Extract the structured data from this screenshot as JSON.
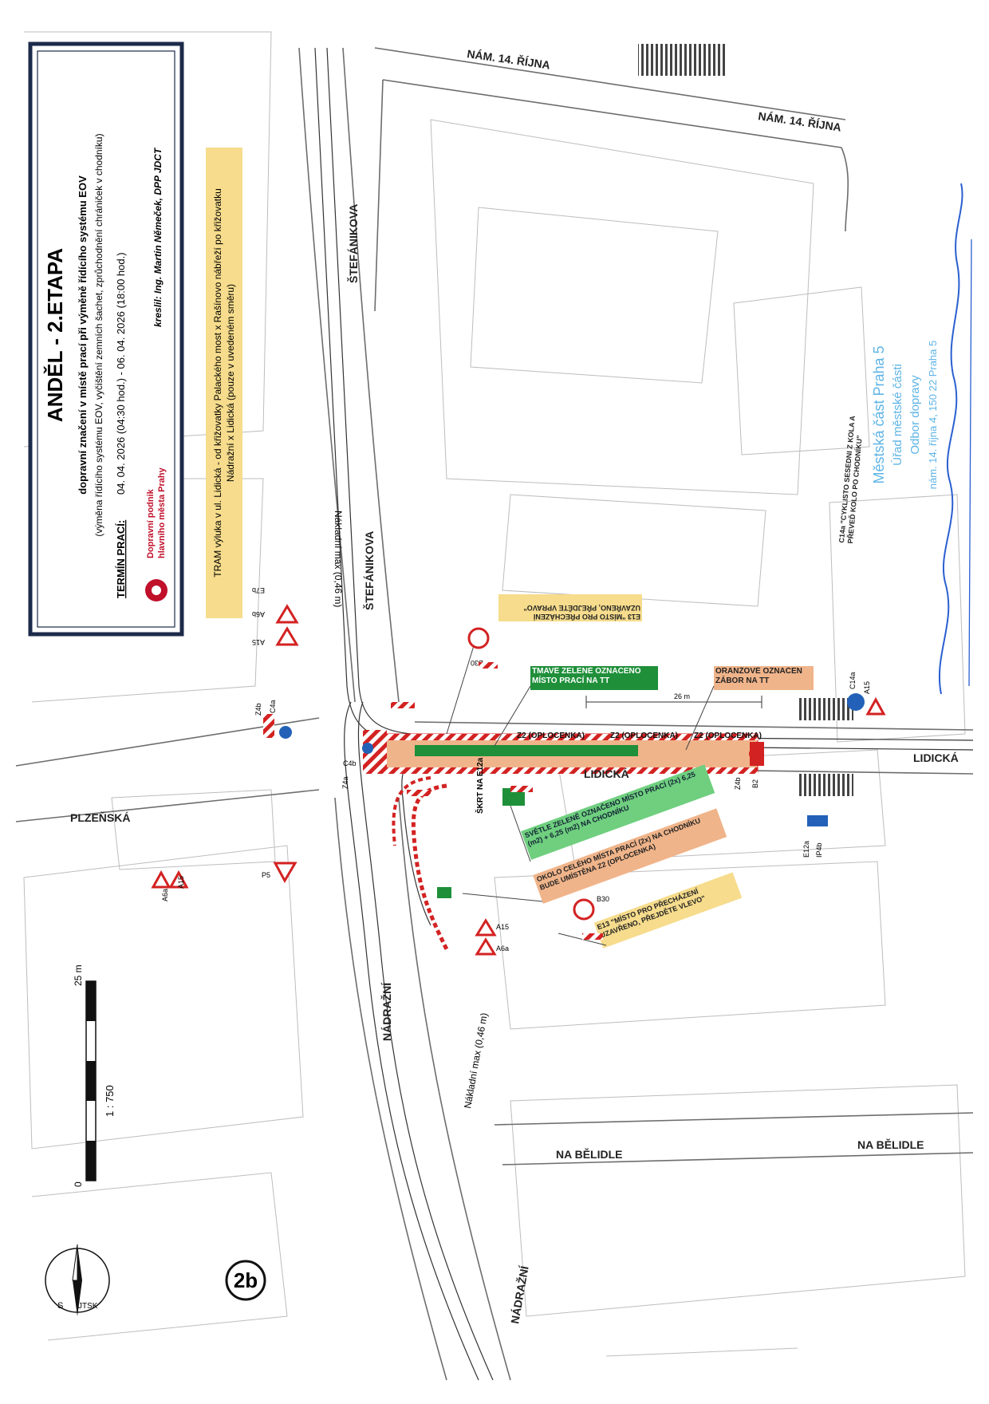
{
  "title_block": {
    "title": "ANDĚL - 2.ETAPA",
    "subtitle": "dopravní značení v místě prací při výměně řídícího systému EOV",
    "description": "(výměna řídícího systému EOV, vyčištění zemních šachet, zprůchodnění chrániček v chodníku)",
    "term_label": "TERMÍN PRACÍ:",
    "term_value": "04. 04. 2026 (04:30 hod.) - 06. 04. 2026 (18:00 hod.)",
    "tram_note_line1": "TRAM výluka v ul. Lidická - od křižovatky Palackého most x Rašínovo nábřeží po křižovatku",
    "tram_note_line2": "Nádražní x Lidická (pouze v uvedeném směru)",
    "author": "kreslil: Ing. Martin Němeček, DPP JDCT",
    "company_line1": "Dopravní podnik",
    "company_line2": "hlavního města Prahy"
  },
  "streets": {
    "nam14rijna_top": "NÁM. 14. ŘÍJNA",
    "nam14rijna_mid": "NÁM. 14. ŘÍJNA",
    "stefanikova_upper": "ŠTEFÁNIKOVA",
    "stefanikova_lower": "ŠTEFÁNIKOVA",
    "plzenska": "PLZEŇSKÁ",
    "lidicka_center": "LIDICKÁ",
    "lidicka_right": "LIDICKÁ",
    "nadrazni_upper": "NÁDRAŽNÍ",
    "nadrazni_lower": "NÁDRAŽNÍ",
    "na_belidle_left": "NA BĚLIDLE",
    "na_belidle_right": "NA BĚLIDLE"
  },
  "annotations": {
    "dark_green": "TMAVĚ ZELENĚ OZNAČENO MÍSTO PRACÍ NA TT",
    "orange_zone": "ORANŽOVĚ OZNAČEN ZÁBOR NA TT",
    "cyclist": "C14a \"CYKLISTO SESEDNI Z KOLA A PŘEVEĎ KOLO PO CHODNÍKU\"",
    "e13_upper": "E13 \"MÍSTO PRO PŘECHÁZENÍ UZAVŘENO, PŘEJDĚTE VPRAVO\"",
    "light_green": "SVĚTLE ZELENĚ OZNAČENO MÍSTO PRACÍ (2x) 6,25 (m2) + 6,25 (m2) NA CHODNÍKU",
    "orange_fence": "OKOLO CELÉHO MÍSTA PRACÍ (2x) NA CHODNÍKU BUDE UMÍSTĚNA Z2 (OPLOCENKA)",
    "e13_lower": "E13 \"MÍSTO PRO PŘECHÁZENÍ UZAVŘENO, PŘEJDĚTE VLEVO\"",
    "skrt": "ŠKRT NA E12a",
    "nakladni_upper": "Nákladní max (0,46 m)",
    "nakladni_lower": "Nákladní max (0,46 m)",
    "dist_26m": "26 m"
  },
  "fence_labels": [
    "Z2 (OPLOCENKA)",
    "Z2 (OPLOCENKA)",
    "Z2 (OPLOCENKA)"
  ],
  "sign_labels": {
    "a15_top": "A15",
    "a6b": "A6b",
    "e7b": "E7b",
    "b30_top": "B30",
    "c4a": "C4a",
    "z4b_left": "Z4b",
    "c4b": "C4b",
    "z4a": "Z4a",
    "b2": "B2",
    "z4b_right": "Z4b",
    "a15_right": "A15",
    "c14a": "C14a",
    "ip4b": "IP4b",
    "e12a": "E12a",
    "a15_left": "A15",
    "a6a_left": "A6a",
    "p5": "P5",
    "a15_mid": "A15",
    "a6a_mid": "A6a",
    "b30_bottom": "B30"
  },
  "stamp": {
    "line1": "Městská část Praha 5",
    "line2": "Úřad městské části",
    "line3": "Odbor dopravy",
    "line4": "nám. 14. října 4, 150 22 Praha 5"
  },
  "scale": {
    "zero": "0",
    "mark": "25 m",
    "ratio": "1 : 750"
  },
  "north": {
    "s": "S",
    "jtsk": "JTSK"
  },
  "sheet_id": "2b",
  "colors": {
    "dark_green": "#1f8f3a",
    "light_green": "#6fcf7f",
    "orange": "#f0b48a",
    "highlight": "#f6dc8c",
    "stamp_blue": "#5fb4e6",
    "red": "#d32222",
    "sign_blue": "#2361b8"
  }
}
